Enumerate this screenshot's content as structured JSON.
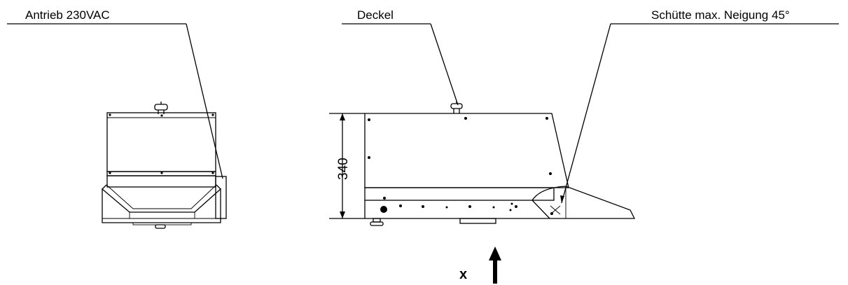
{
  "labels": {
    "drive": "Antrieb 230VAC",
    "lid": "Deckel",
    "chute": "Schütte max. Neigung 45°",
    "height_dimension": "340",
    "view_marker": "x"
  }
}
